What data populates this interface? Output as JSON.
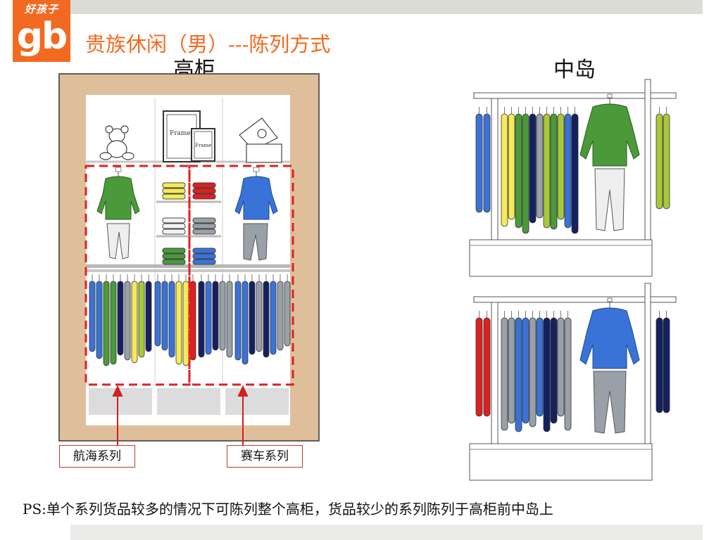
{
  "logo": {
    "brand_cn": "好孩子",
    "brand_mark": "gb"
  },
  "title": "贵族休闲（男）---陈列方式",
  "sections": {
    "tall_cabinet": "高柜",
    "island": "中岛"
  },
  "fixture_text": {
    "frame_large": "Frame",
    "frame_small": "Frame"
  },
  "labels": {
    "nautical": "航海系列",
    "racing": "赛车系列"
  },
  "footnote": "PS:单个系列货品较多的情况下可陈列整个高柜，货品较少的系列陈列于高柜前中岛上",
  "colors": {
    "brand_orange": "#f26a21",
    "cabinet_wood": "#dfbf9b",
    "highlight_red": "#e02020",
    "garment_green": "#4a9a3a",
    "garment_blue": "#3a73d8",
    "garment_yellow": "#f4ea5a",
    "garment_red": "#dd2020",
    "garment_grey": "#9aa0a8",
    "garment_navy": "#142060",
    "garment_lime": "#a8c83a"
  }
}
